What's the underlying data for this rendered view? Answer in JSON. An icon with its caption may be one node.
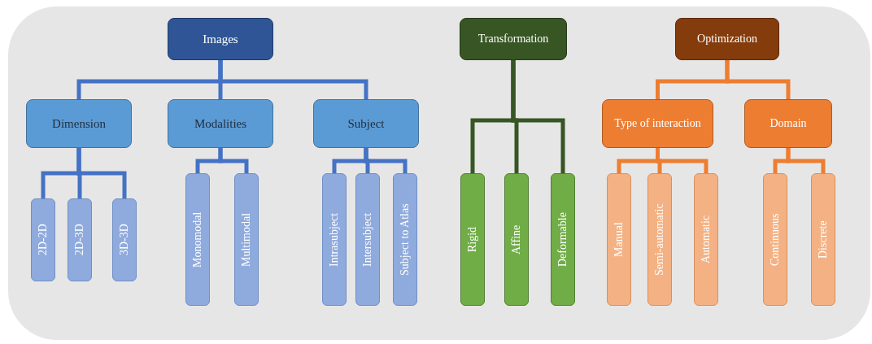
{
  "diagram": {
    "nodes": [
      {
        "text": [
          "Images"
        ]
      },
      {
        "text": [
          "Dimension"
        ]
      },
      {
        "text": [
          "Modalities"
        ]
      },
      {
        "text": [
          "Subject"
        ]
      },
      {
        "text": [
          "2D-2D"
        ]
      },
      {
        "text": [
          "2D-3D"
        ]
      },
      {
        "text": [
          "3D-3D"
        ]
      },
      {
        "text": [
          "Monomodal"
        ]
      },
      {
        "text": [
          "Multimodal"
        ]
      },
      {
        "text": [
          "Intrasubject"
        ]
      },
      {
        "text": [
          "Intersubject"
        ]
      },
      {
        "text": [
          "Subject to Atlas"
        ]
      },
      {
        "text": [
          "Transformation"
        ]
      },
      {
        "text": [
          "Rigid"
        ]
      },
      {
        "text": [
          "Affine"
        ]
      },
      {
        "text": [
          "Deformable"
        ]
      },
      {
        "text": [
          "Optimization"
        ]
      },
      {
        "text": [
          "Type of interaction"
        ]
      },
      {
        "text": [
          "Domain"
        ]
      },
      {
        "text": [
          "Manual"
        ]
      },
      {
        "text": [
          "Semi-automatic"
        ]
      },
      {
        "text": [
          "Automatic"
        ]
      },
      {
        "text": [
          "Continuous"
        ]
      },
      {
        "text": [
          "Discrete"
        ]
      }
    ],
    "edges": [
      {
        "from": 0,
        "to": 1,
        "arrow": "none"
      },
      {
        "from": 0,
        "to": 2,
        "arrow": "none"
      },
      {
        "from": 0,
        "to": 3,
        "arrow": "none"
      },
      {
        "from": 1,
        "to": 4,
        "arrow": "none"
      },
      {
        "from": 1,
        "to": 5,
        "arrow": "none"
      },
      {
        "from": 1,
        "to": 6,
        "arrow": "none"
      },
      {
        "from": 2,
        "to": 7,
        "arrow": "none"
      },
      {
        "from": 2,
        "to": 8,
        "arrow": "none"
      },
      {
        "from": 3,
        "to": 9,
        "arrow": "none"
      },
      {
        "from": 3,
        "to": 10,
        "arrow": "none"
      },
      {
        "from": 3,
        "to": 11,
        "arrow": "none"
      },
      {
        "from": 12,
        "to": 13,
        "arrow": "none",
        "color": "#375623"
      },
      {
        "from": 12,
        "to": 14,
        "arrow": "none",
        "color": "#375623"
      },
      {
        "from": 12,
        "to": 15,
        "arrow": "none",
        "color": "#375623"
      },
      {
        "from": 16,
        "to": 17,
        "arrow": "none",
        "color": "#ed7d31"
      },
      {
        "from": 16,
        "to": 18,
        "arrow": "none",
        "color": "#ed7d31"
      },
      {
        "from": 17,
        "to": 19,
        "arrow": "none",
        "color": "#ed7d31"
      },
      {
        "from": 17,
        "to": 20,
        "arrow": "none",
        "color": "#ed7d31"
      },
      {
        "from": 17,
        "to": 21,
        "arrow": "none",
        "color": "#ed7d31"
      },
      {
        "from": 18,
        "to": 22,
        "arrow": "none",
        "color": "#ed7d31"
      },
      {
        "from": 18,
        "to": 23,
        "arrow": "none",
        "color": "#ed7d31"
      }
    ]
  }
}
